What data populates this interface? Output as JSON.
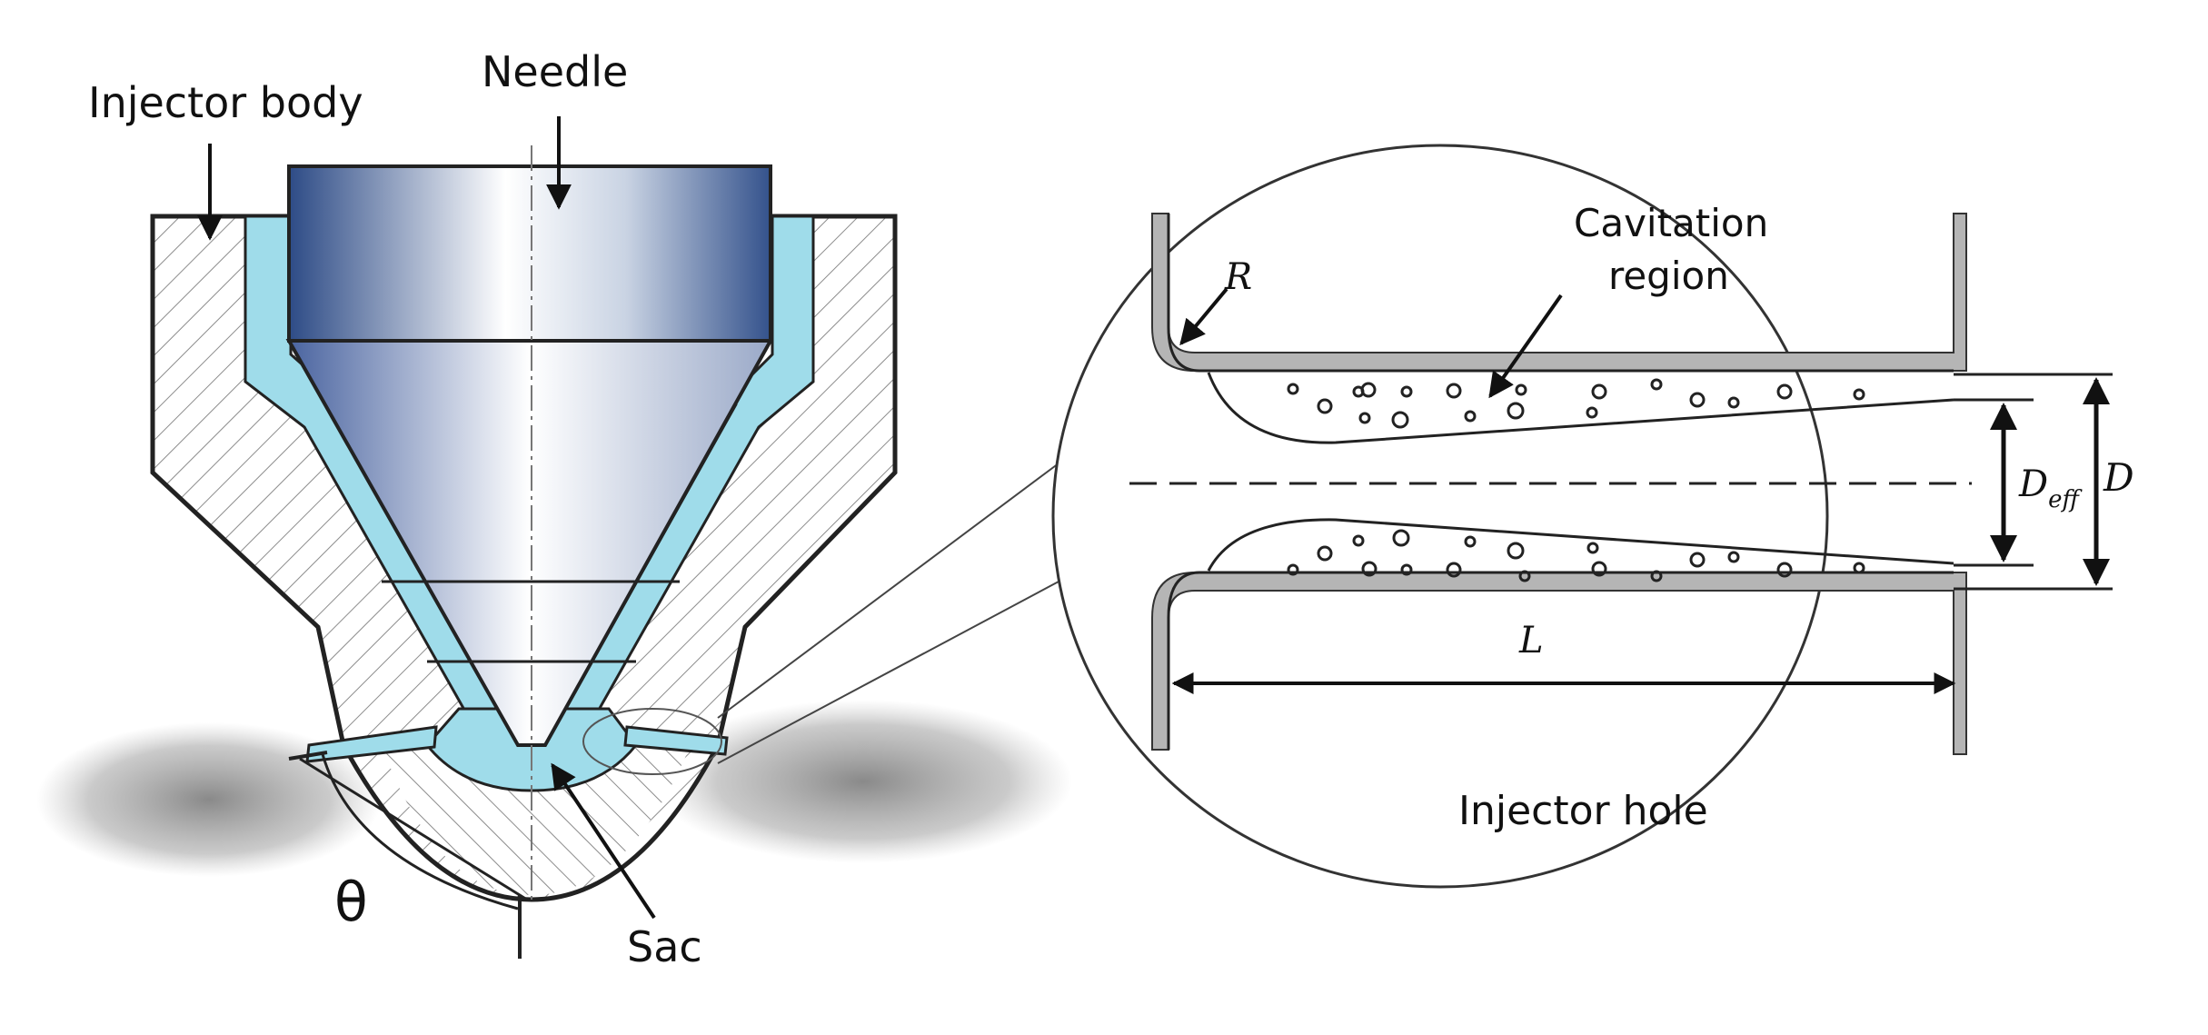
{
  "labels": {
    "injector_body": "Injector body",
    "needle": "Needle",
    "sac": "Sac",
    "theta": "θ",
    "cavitation_line1": "Cavitation",
    "cavitation_line2": "region",
    "injector_hole": "Injector hole",
    "radius": "R",
    "length": "L",
    "diameter": "D",
    "d_eff_main": "D",
    "d_eff_sub": "eff"
  },
  "colors": {
    "fuel": "#9fdcea",
    "needle_dark": "#2d4b86",
    "needle_light": "#ffffff",
    "wall_gray": "#b5b5b5",
    "outline": "#222222",
    "hatch": "#8c8c8c",
    "spray": "#6c6c6c"
  }
}
